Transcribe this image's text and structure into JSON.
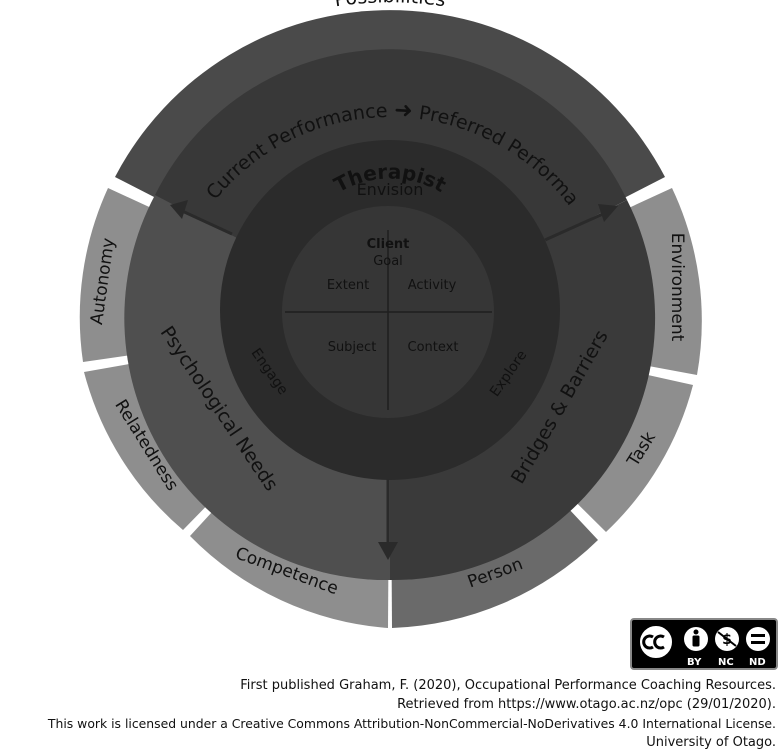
{
  "diagram": {
    "outer_ring": {
      "top": "Possibilities",
      "left_segments": [
        "Autonomy",
        "Relatedness",
        "Competence"
      ],
      "right_segments": [
        "Environment",
        "Task",
        "Person"
      ]
    },
    "middle_ring": {
      "top_left": "Current Performance",
      "arrow": "➜",
      "top_right": "Preferred Performance",
      "left": "Psychological Needs",
      "right": "Bridges & Barriers"
    },
    "therapist_ring": {
      "title": "Therapist",
      "top": "Envision",
      "left": "Engage",
      "right": "Explore"
    },
    "client_core": {
      "title": "Client",
      "subtitle": "Goal",
      "quadrants": [
        "Extent",
        "Activity",
        "Subject",
        "Context"
      ]
    },
    "colors": {
      "outer_top": "#4a4a4a",
      "outer_segments": "#8e8e8e",
      "middle_top": "#383838",
      "middle_left": "#4f4f4f",
      "middle_right": "#3a3a3a",
      "therapist_ring": "#2b2b2b",
      "client_core": "#363636",
      "text_light": "#eeeeee",
      "text_dark": "#1a1a1a"
    }
  },
  "license": {
    "badge": [
      "BY",
      "NC",
      "ND"
    ],
    "lines": [
      "First published Graham, F. (2020), Occupational Performance Coaching Resources.",
      "Retrieved from https://www.otago.ac.nz/opc (29/01/2020).",
      "This work is licensed under a Creative Commons Attribution-NonCommercial-NoDerivatives 4.0 International License.",
      "University of Otago."
    ]
  }
}
